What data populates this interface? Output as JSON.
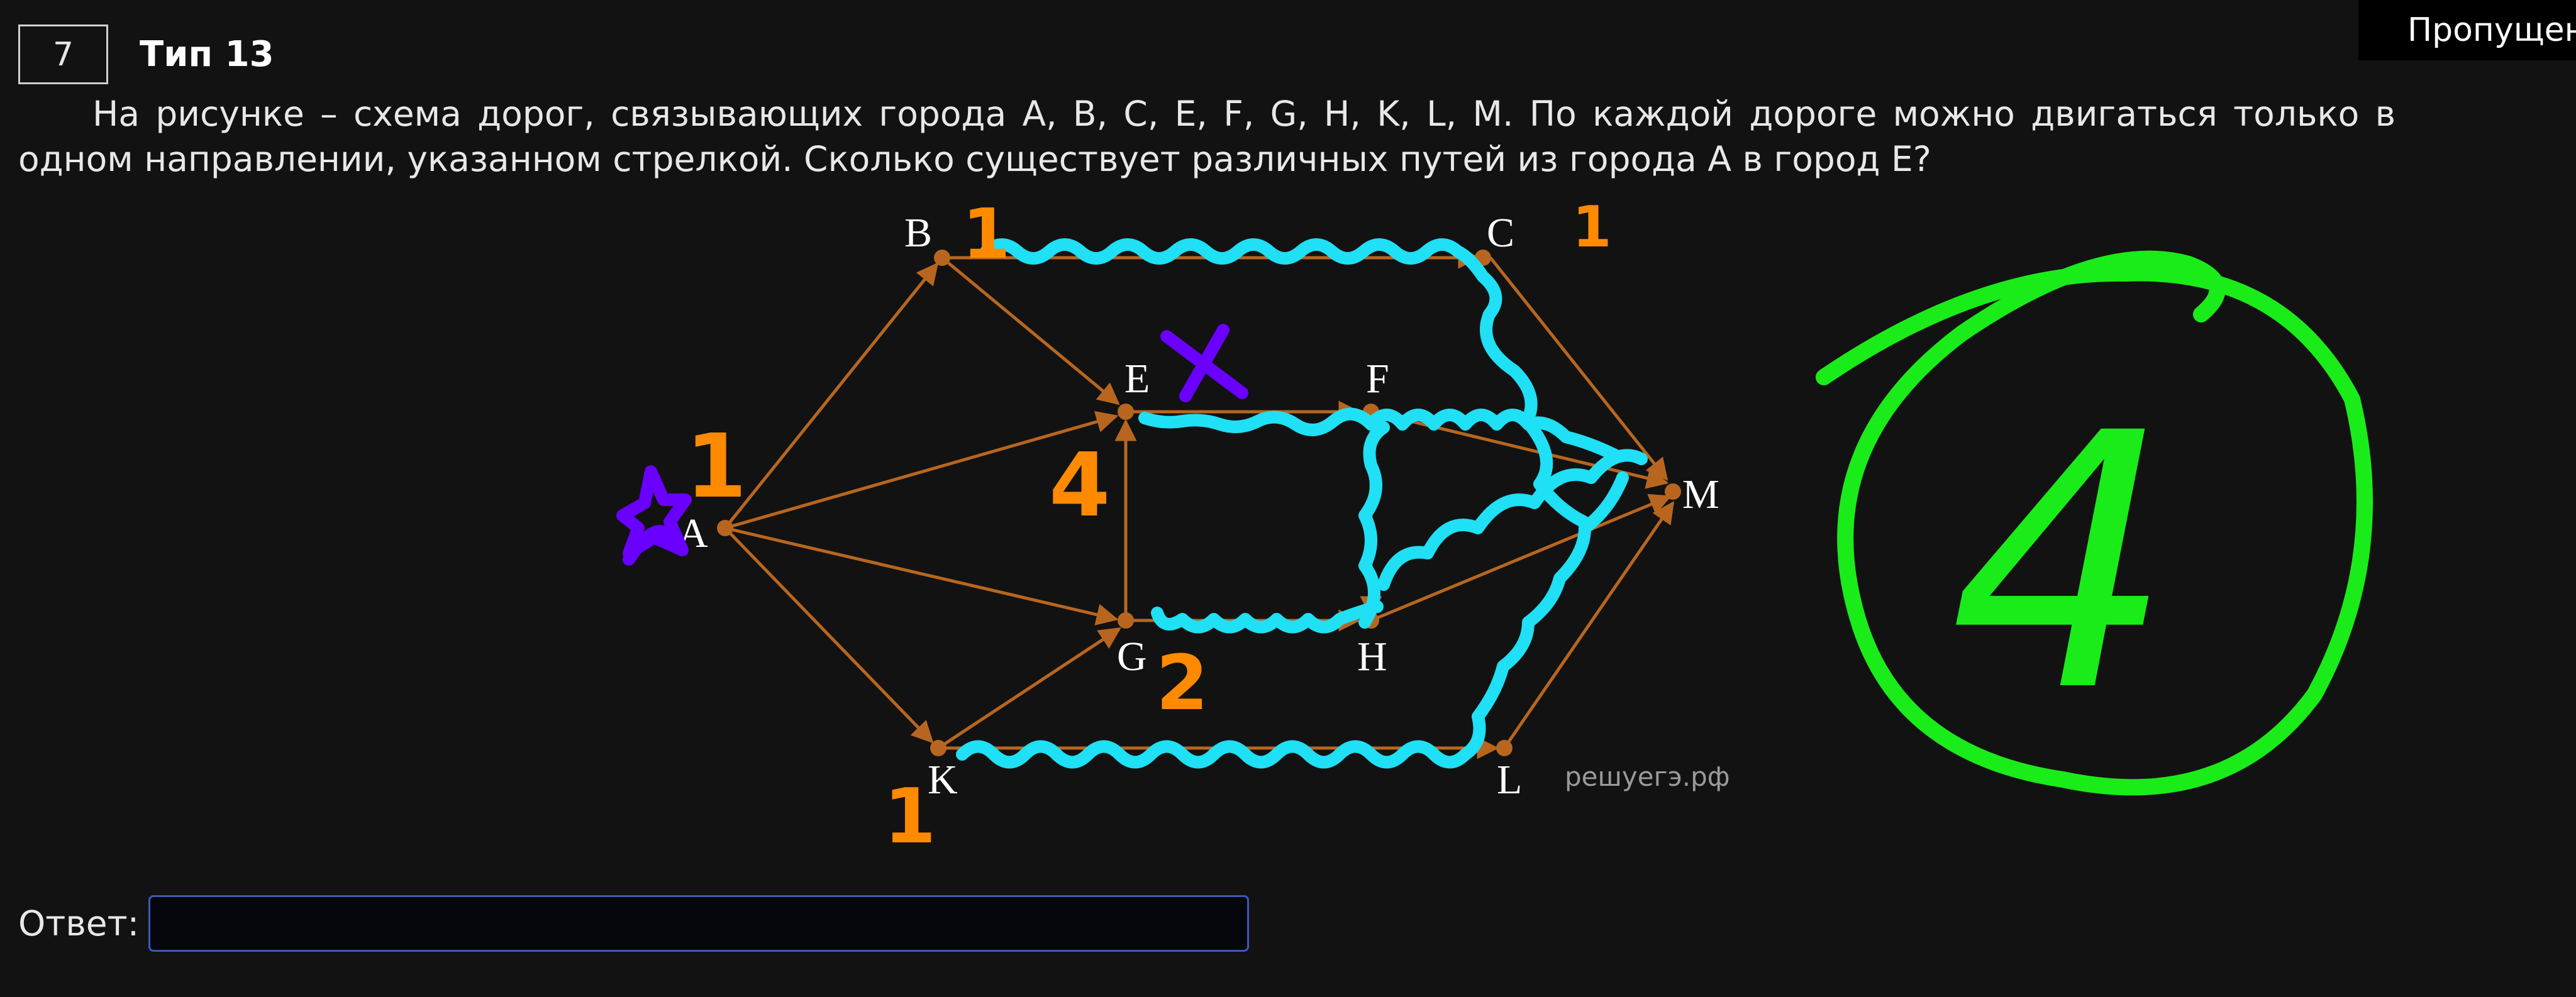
{
  "task": {
    "number": "7",
    "type": "Тип 13",
    "skip_label": "Пропущен"
  },
  "problem": {
    "text": "На рисунке – схема дорог, связывающих города А, B, C, E, F, G, H, K, L, M. По каждой дороге можно двигаться только в одном направлении, указанном стрелкой. Сколько существует различных путей из города А в город Е?"
  },
  "scheme": {
    "watermark": "решуегэ.рф",
    "cities": [
      "B",
      "C",
      "E",
      "F",
      "A",
      "G",
      "H",
      "K",
      "L",
      "M"
    ],
    "roads": [
      "A→B",
      "A→E",
      "A→G",
      "A→K",
      "B→C",
      "B→E",
      "G→E",
      "K→G",
      "K→L",
      "E→F",
      "F→H",
      "G→H",
      "C→M",
      "F→M",
      "H→M",
      "L→M"
    ],
    "annotations": {
      "counts": [
        "1",
        "1",
        "1",
        "1",
        "4",
        "2"
      ],
      "circled_answer": "4",
      "colors": {
        "roads": "#b8661f",
        "counts": "#ff8a00",
        "marks": "#6a00ff",
        "paths": "#1fe0f5",
        "answer": "#1aec1a"
      }
    }
  },
  "answer": {
    "label": "Ответ:",
    "value": "",
    "placeholder": ""
  }
}
